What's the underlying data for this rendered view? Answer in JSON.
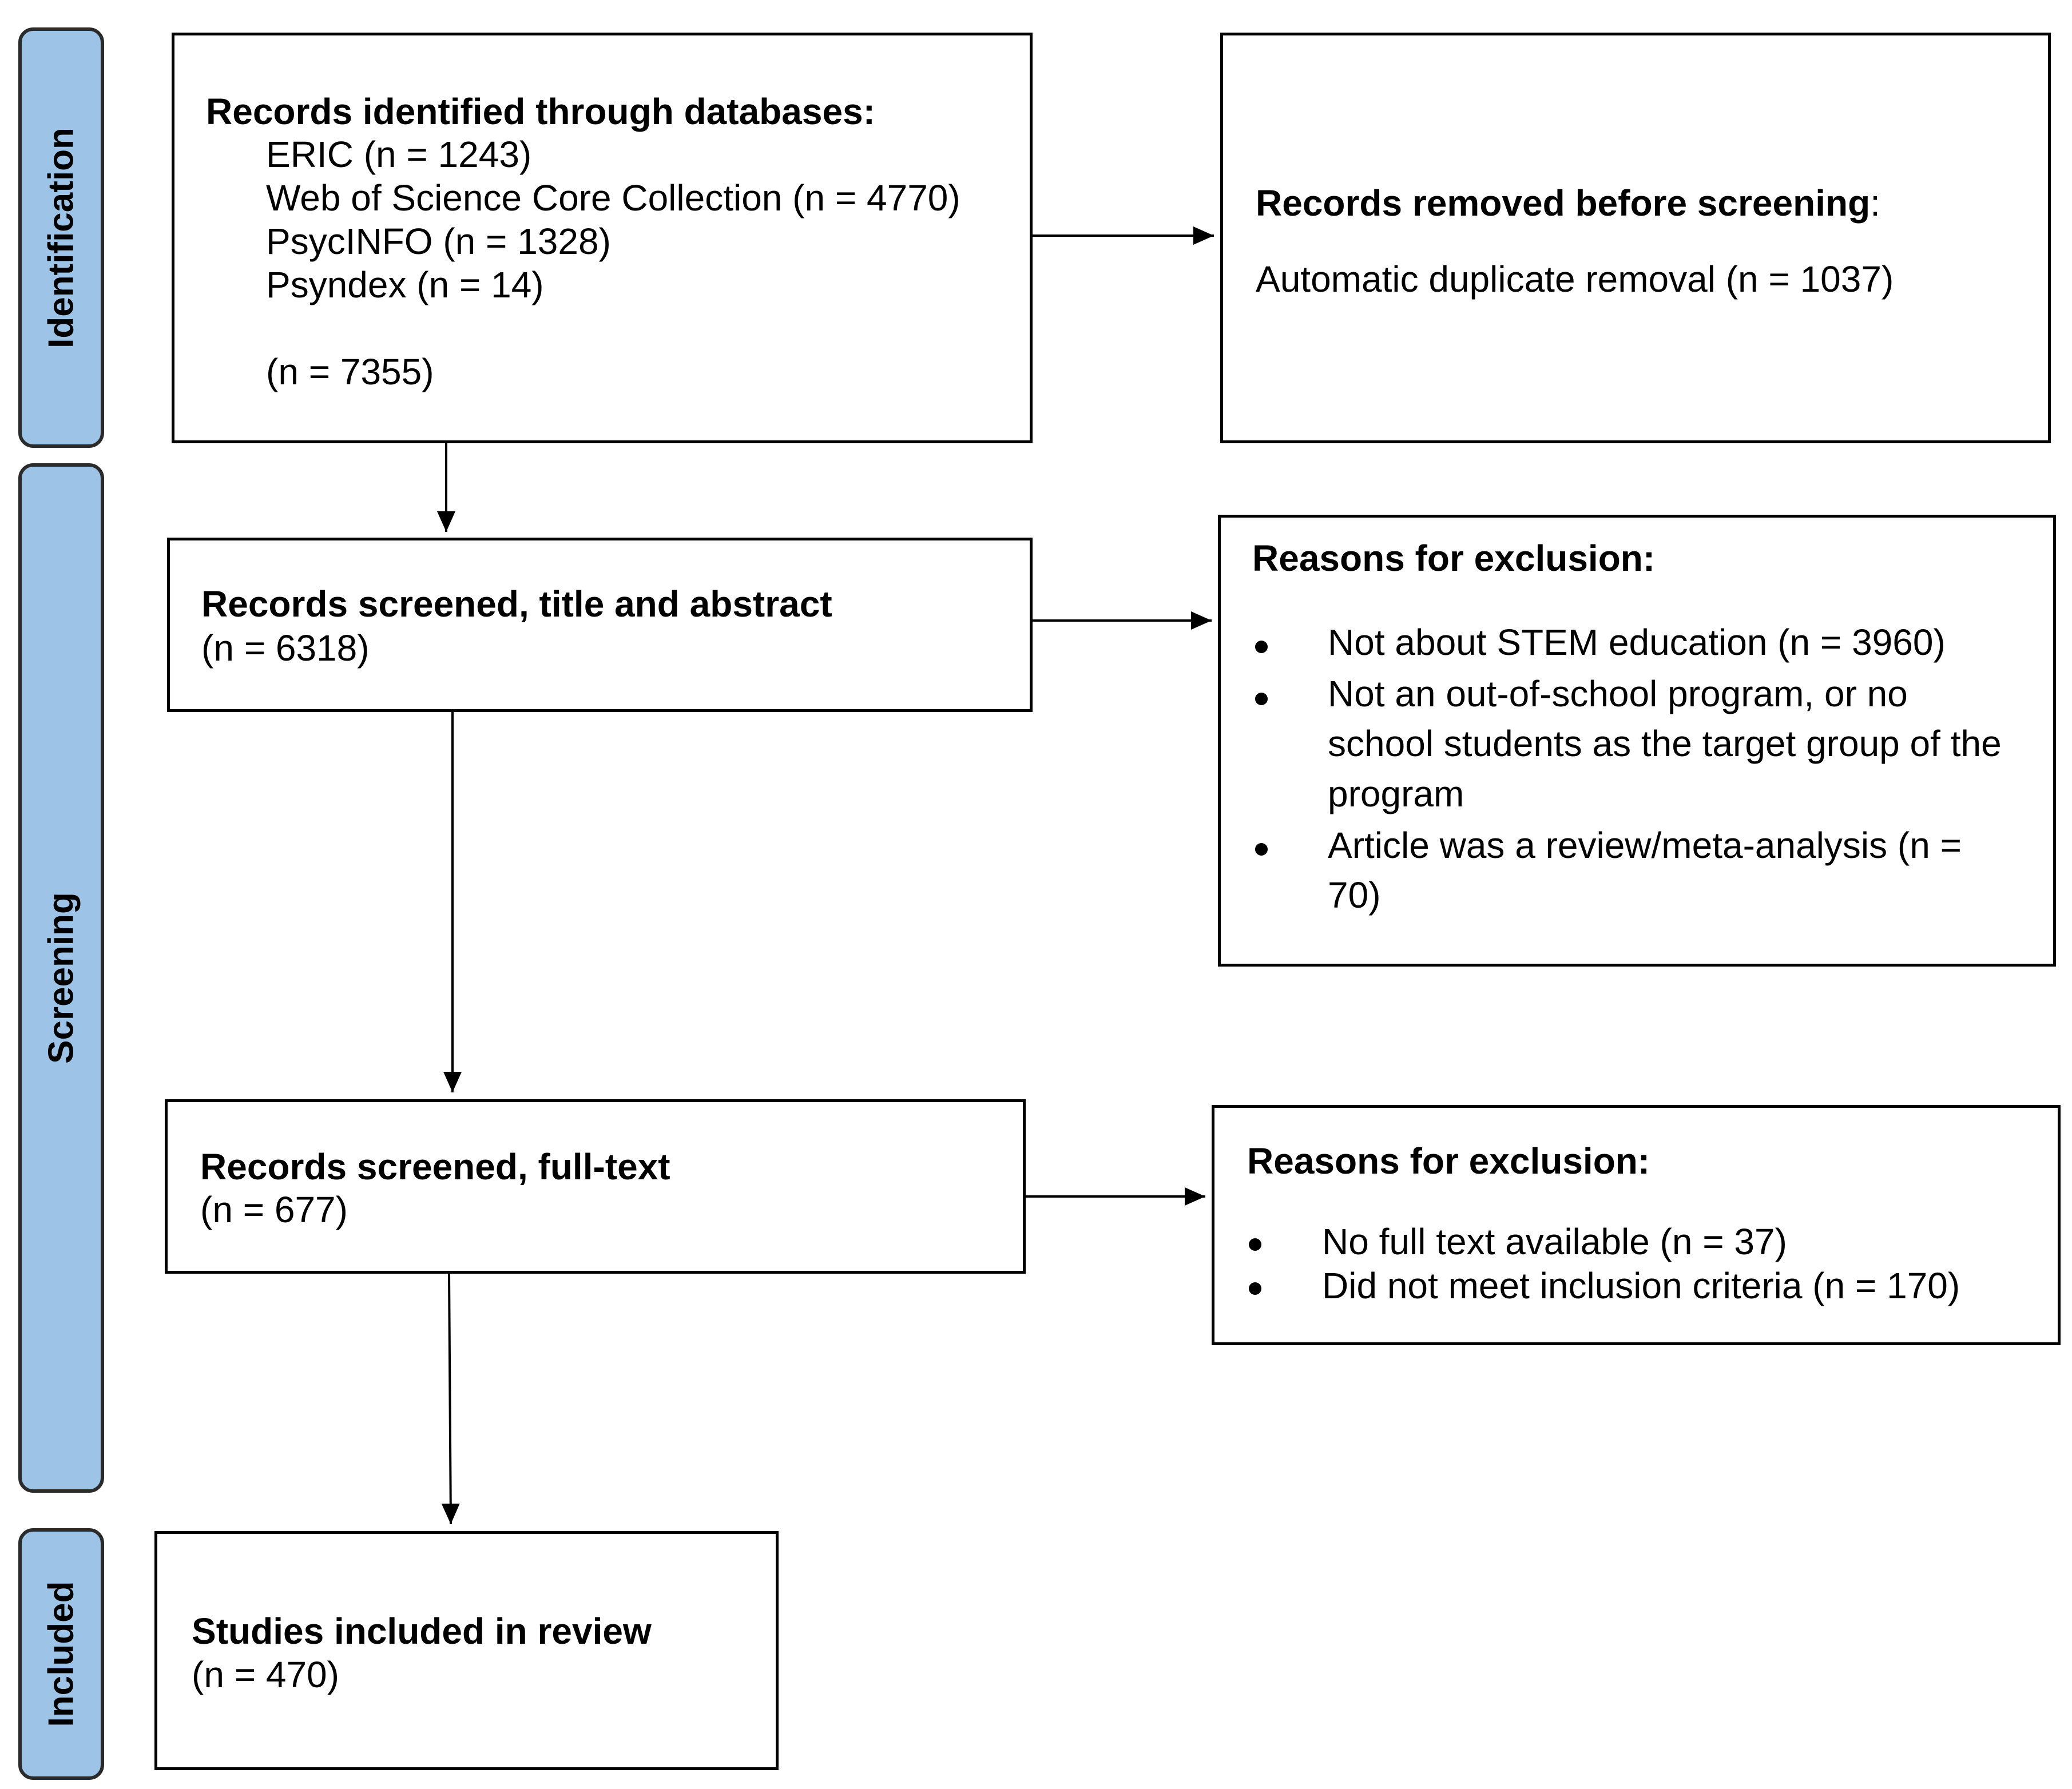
{
  "phases": {
    "identification": "Identification",
    "screening": "Screening",
    "included": "Included"
  },
  "identified": {
    "title": "Records identified through databases:",
    "sources": [
      "ERIC (n = 1243)",
      "Web of Science Core Collection (n = 4770)",
      "PsycINFO (n = 1328)",
      "Psyndex (n = 14)"
    ],
    "total": "(n = 7355)"
  },
  "removed": {
    "title": "Records removed before screening",
    "title_suffix": ":",
    "detail": "Automatic duplicate removal (n = 1037)"
  },
  "screened_title": {
    "title": "Records screened, title and abstract",
    "count": "(n = 6318)"
  },
  "exclusion_title": {
    "title": "Reasons for exclusion:",
    "reasons": [
      [
        "Not about STEM education (n = 3960)"
      ],
      [
        "Not an out-of-school program, or no",
        "school students as the target group of the",
        "program"
      ],
      [
        "Article was a review/meta-analysis (n =",
        "70)"
      ]
    ]
  },
  "screened_full": {
    "title": "Records screened, full-text",
    "count": "(n = 677)"
  },
  "exclusion_full": {
    "title": "Reasons for exclusion:",
    "reasons": [
      "No full text available (n = 37)",
      "Did not meet inclusion criteria (n = 170)"
    ]
  },
  "included": {
    "title": "Studies included in review",
    "count": "(n = 470)"
  }
}
